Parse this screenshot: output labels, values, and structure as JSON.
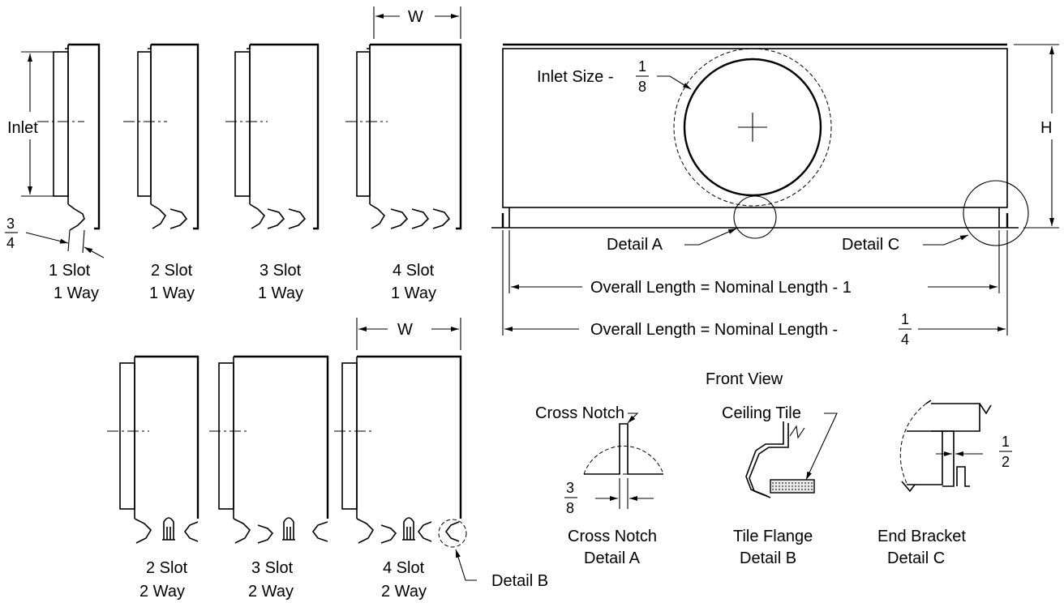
{
  "labels": {
    "width": "W",
    "height": "H",
    "inlet": "Inlet",
    "inlet_size": "Inlet Size -",
    "detail_a": "Detail A",
    "detail_b": "Detail B",
    "detail_c": "Detail C",
    "overall_1": "Overall Length = Nominal Length - 1",
    "overall_2": "Overall Length = Nominal Length -",
    "front_view": "Front View",
    "cross_notch_callout": "Cross Notch",
    "ceiling_tile": "Ceiling Tile"
  },
  "fractions": {
    "inlet_size": {
      "num": "1",
      "den": "8"
    },
    "slot_gap": {
      "num": "3",
      "den": "4"
    },
    "overall_2": {
      "num": "1",
      "den": "4"
    },
    "notch": {
      "num": "3",
      "den": "8"
    },
    "bracket": {
      "num": "1",
      "den": "2"
    }
  },
  "one_way": [
    {
      "line1": "1 Slot",
      "line2": "1 Way"
    },
    {
      "line1": "2 Slot",
      "line2": "1 Way"
    },
    {
      "line1": "3 Slot",
      "line2": "1 Way"
    },
    {
      "line1": "4 Slot",
      "line2": "1 Way"
    }
  ],
  "two_way": [
    {
      "line1": "2 Slot",
      "line2": "2 Way"
    },
    {
      "line1": "3 Slot",
      "line2": "2 Way"
    },
    {
      "line1": "4 Slot",
      "line2": "2 Way"
    }
  ],
  "details": [
    {
      "line1": "Cross Notch",
      "line2": "Detail A"
    },
    {
      "line1": "Tile Flange",
      "line2": "Detail B"
    },
    {
      "line1": "End Bracket",
      "line2": "Detail C"
    }
  ]
}
